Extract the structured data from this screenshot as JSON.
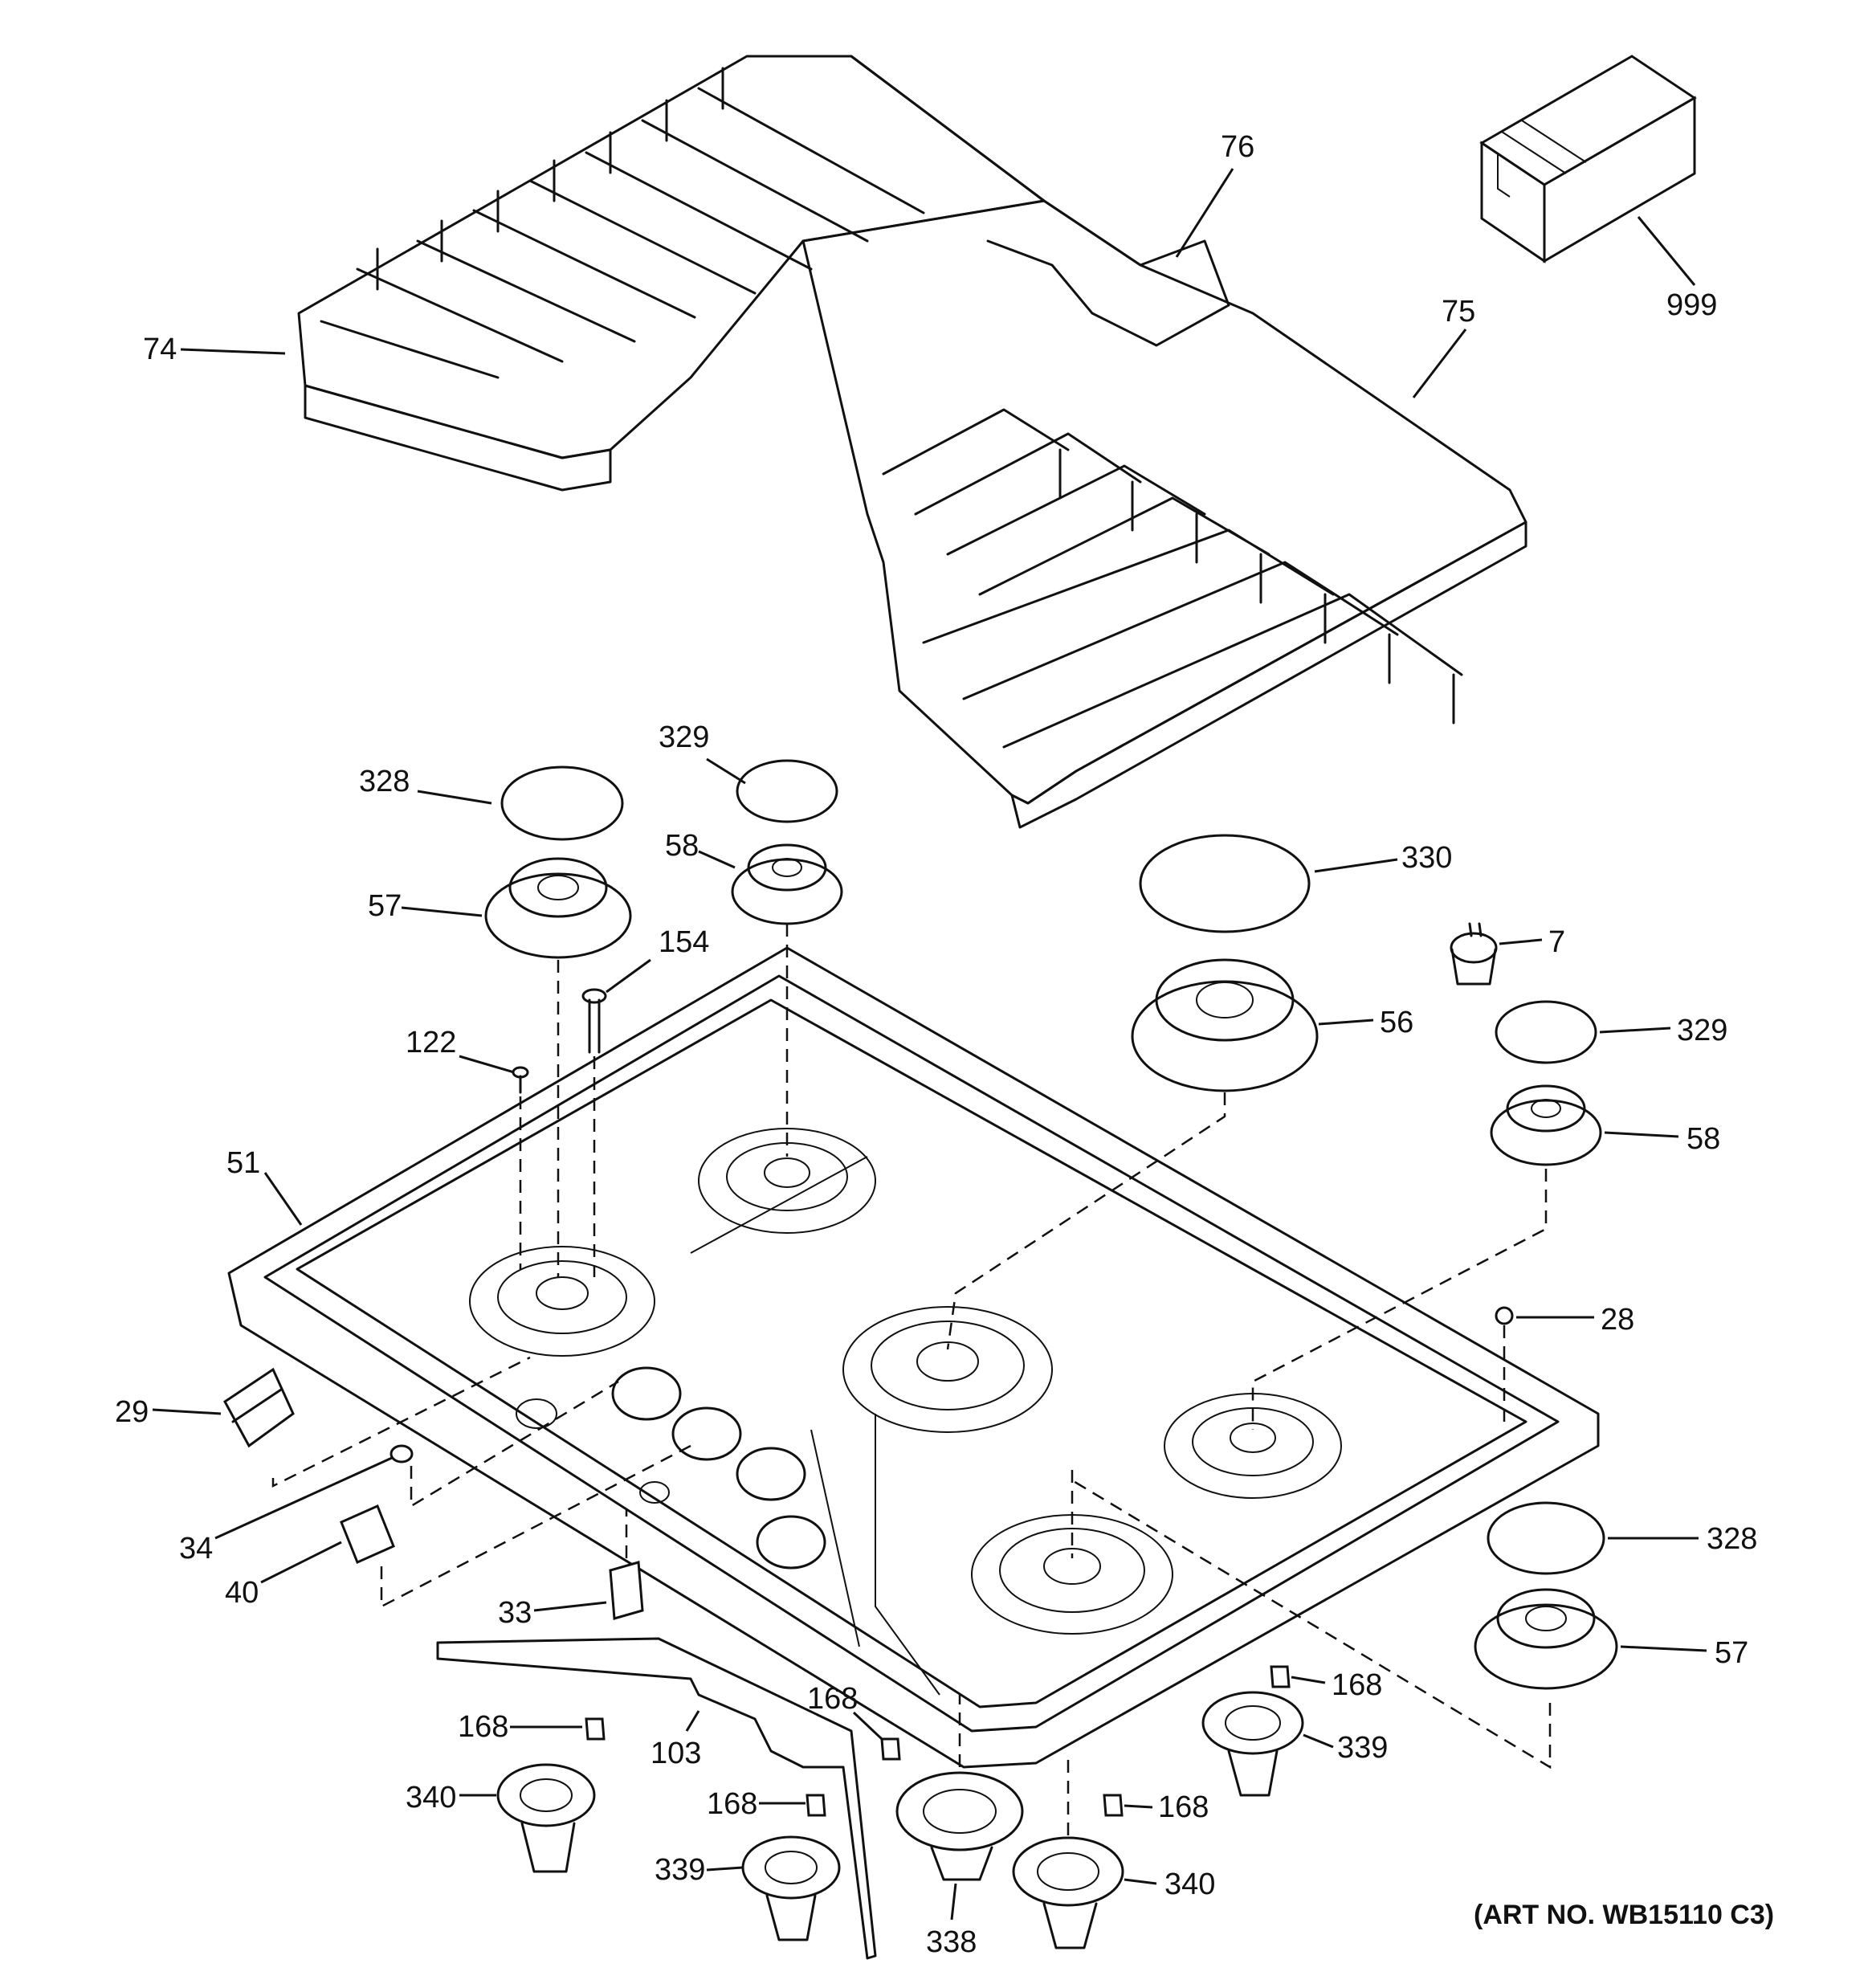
{
  "diagram": {
    "parts": [
      {
        "id": "74",
        "label": "74"
      },
      {
        "id": "76",
        "label": "76"
      },
      {
        "id": "75",
        "label": "75"
      },
      {
        "id": "999",
        "label": "999"
      },
      {
        "id": "328a",
        "label": "328"
      },
      {
        "id": "329a",
        "label": "329"
      },
      {
        "id": "58a",
        "label": "58"
      },
      {
        "id": "57a",
        "label": "57"
      },
      {
        "id": "154",
        "label": "154"
      },
      {
        "id": "122",
        "label": "122"
      },
      {
        "id": "330",
        "label": "330"
      },
      {
        "id": "7",
        "label": "7"
      },
      {
        "id": "56",
        "label": "56"
      },
      {
        "id": "329b",
        "label": "329"
      },
      {
        "id": "58b",
        "label": "58"
      },
      {
        "id": "51",
        "label": "51"
      },
      {
        "id": "28",
        "label": "28"
      },
      {
        "id": "29",
        "label": "29"
      },
      {
        "id": "34",
        "label": "34"
      },
      {
        "id": "40",
        "label": "40"
      },
      {
        "id": "33",
        "label": "33"
      },
      {
        "id": "328b",
        "label": "328"
      },
      {
        "id": "57b",
        "label": "57"
      },
      {
        "id": "168a",
        "label": "168"
      },
      {
        "id": "168b",
        "label": "168"
      },
      {
        "id": "168c",
        "label": "168"
      },
      {
        "id": "168d",
        "label": "168"
      },
      {
        "id": "168e",
        "label": "168"
      },
      {
        "id": "103",
        "label": "103"
      },
      {
        "id": "340a",
        "label": "340"
      },
      {
        "id": "339a",
        "label": "339"
      },
      {
        "id": "338",
        "label": "338"
      },
      {
        "id": "340b",
        "label": "340"
      },
      {
        "id": "339b",
        "label": "339"
      }
    ],
    "art_number": "(ART NO. WB15110 C3)"
  }
}
